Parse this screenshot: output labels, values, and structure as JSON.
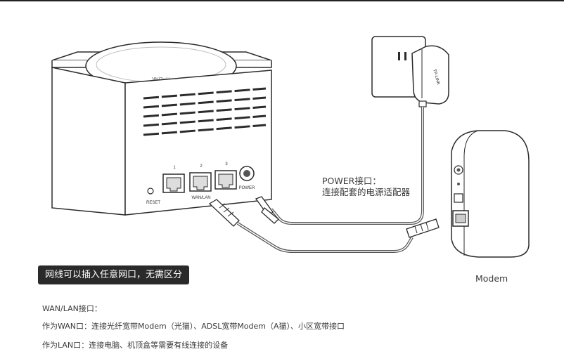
{
  "power_label": {
    "title": "POWER接口：",
    "desc": "连接配套的电源适配器"
  },
  "modem_label": "Modem",
  "badge_text": "网线可以插入任意网口，无需区分",
  "notes": {
    "heading": "WAN/LAN接口：",
    "wan": "作为WAN口：连接光纤宽带Modem（光猫）、ADSL宽带Modem（A猫）、小区宽带接口",
    "lan": "作为LAN口：连接电脑、机顶盒等需要有线连接的设备"
  },
  "router": {
    "brand": "TP-LINK",
    "ports": [
      "1",
      "2",
      "3"
    ],
    "port_group_label": "WAN/LAN",
    "power_label": "POWER",
    "reset_label": "RESET"
  },
  "adapter_brand": "TP-LINK",
  "colors": {
    "line": "#2b2b2b",
    "device_fill": "#ffffff",
    "cable": "#6b6b6b",
    "badge_bg": "#2a2a2a"
  }
}
